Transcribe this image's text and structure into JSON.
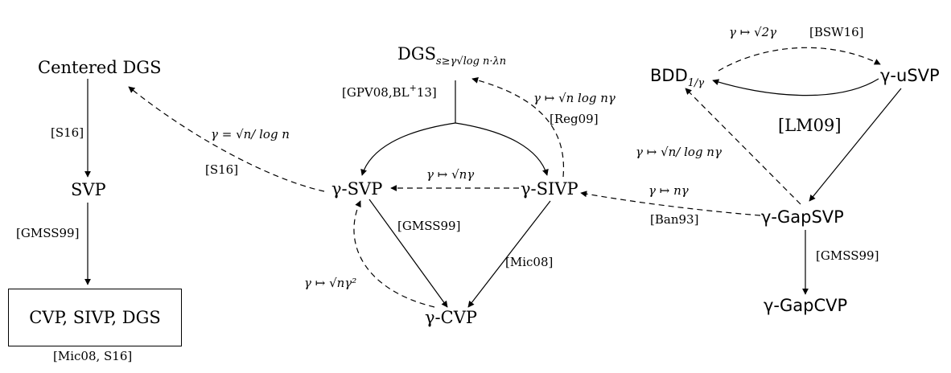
{
  "nodes": {
    "centered_dgs": "Centered DGS",
    "svp": "SVP",
    "cvp_sivp_dgs": "CVP, SIVP, DGS",
    "dgs": "DGS",
    "dgs_sub": "s≥γ√log n·λn",
    "gamma_svp": "γ-SVP",
    "gamma_sivp": "γ-SIVP",
    "gamma_cvp": "γ-CVP",
    "bdd": "BDD",
    "bdd_sub": "1/γ",
    "gamma_usvp": "γ-uSVP",
    "gamma_gapsvp": "γ-GapSVP",
    "gamma_gapcvp": "γ-GapCVP"
  },
  "labels": {
    "s16_left": "[S16]",
    "gmss99_left": "[GMSS99]",
    "mic08_s16": "[Mic08, S16]",
    "gpv08": "[GPV08,BL",
    "gpv08_sup": "+",
    "gpv08_end": "13]",
    "gamma_eq": "γ = √n/ log n",
    "s16_mid": "[S16]",
    "gamma_sqrt_n": "γ ↦ √nγ",
    "gmss99_mid": "[GMSS99]",
    "mic08_mid": "[Mic08]",
    "gamma_sqrt_n_sq": "γ ↦ √nγ²",
    "gamma_sqrt_n_log": "γ ↦ √n log nγ",
    "reg09": "[Reg09]",
    "gamma_sqrt2": "γ ↦ √2γ",
    "bsw16": "[BSW16]",
    "lm09": "[LM09]",
    "gamma_sqrt_n_log_gamma": "γ ↦ √n/ log nγ",
    "gamma_n": "γ ↦ nγ",
    "ban93": "[Ban93]",
    "gmss99_right": "[GMSS99]"
  }
}
